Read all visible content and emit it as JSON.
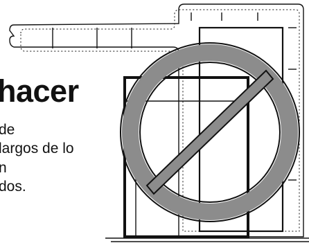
{
  "heading": "hacer",
  "body_lines": [
    "de",
    " largos de lo",
    "n",
    "dos."
  ],
  "illustration": {
    "prohibition_color": "#8c8c8c",
    "frame_color": "#111111",
    "icons": [
      "bracket-clamp-icon",
      "prohibition-icon"
    ]
  }
}
